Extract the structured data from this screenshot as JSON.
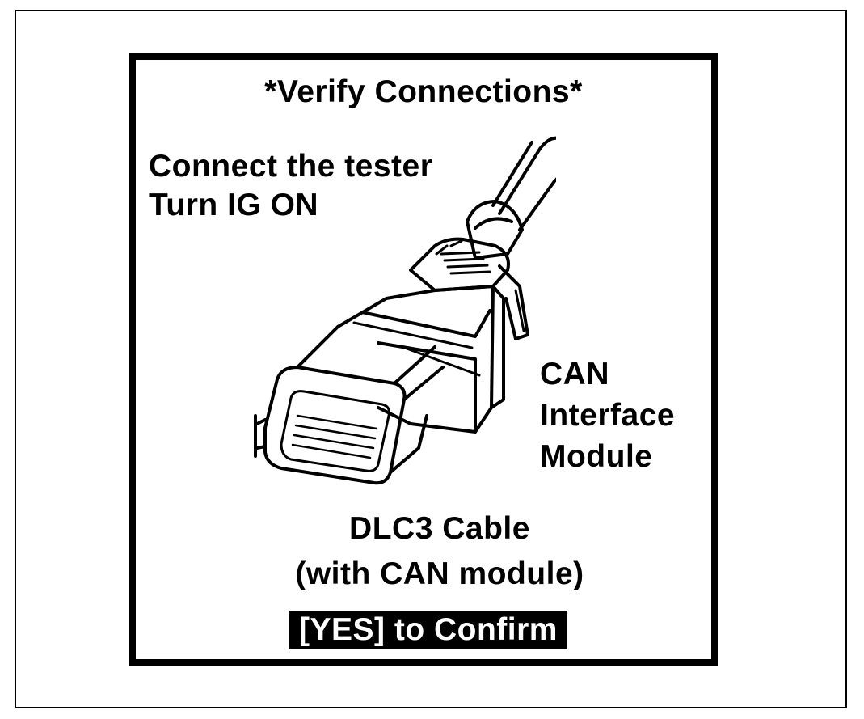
{
  "screen": {
    "title": "*Verify Connections*",
    "instruction_line1": "Connect the tester",
    "instruction_line2": "Turn IG ON",
    "module_label_line1": "CAN",
    "module_label_line2": "Interface",
    "module_label_line3": "Module",
    "cable_label_line1": "DLC3 Cable",
    "cable_label_line2": "(with CAN module)",
    "confirm_label": "[YES] to Confirm"
  },
  "icons": {
    "connector": "dlc3-connector-illustration"
  },
  "colors": {
    "foreground": "#000000",
    "background": "#ffffff",
    "button_text": "#ffffff"
  }
}
